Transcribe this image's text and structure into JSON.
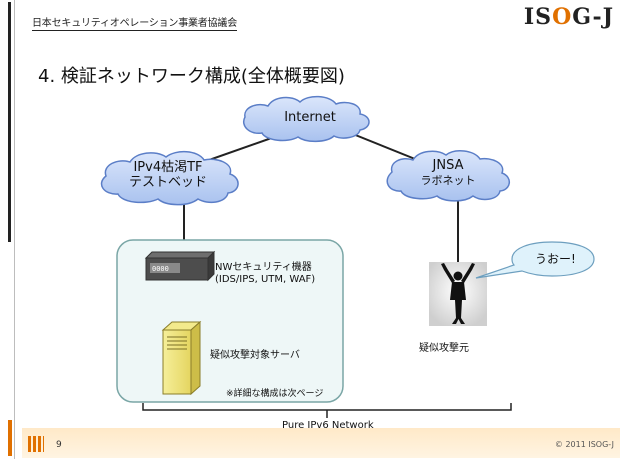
{
  "header": {
    "org": "日本セキュリティオペレーション事業者協議会",
    "logo_prefix": "IS",
    "logo_o": "O",
    "logo_suffix": "G-J"
  },
  "title": "4. 検証ネットワーク構成(全体概要図)",
  "nodes": {
    "internet": "Internet",
    "ipv4_line1": "IPv4枯渇TF",
    "ipv4_line2": "テストベッド",
    "jnsa_line1": "JNSA",
    "jnsa_line2": "ラボネット",
    "nw_device_line1": "NWセキュリティ機器",
    "nw_device_line2": "(IDS/IPS, UTM, WAF)",
    "server_label": "疑似攻撃対象サーバ",
    "attacker_label": "疑似攻撃元",
    "speech": "うおー!",
    "note": "※詳細な構成は次ページ",
    "network_label": "Pure IPv6 Network",
    "device_panel_text": "0000"
  },
  "footer": {
    "page": "9",
    "copyright": "© 2011 ISOG-J"
  },
  "colors": {
    "cloud_fill": "#b8cef2",
    "cloud_stroke": "#5b7ec7",
    "box_fill": "#eef7f7",
    "box_stroke": "#7aa6a6",
    "accent": "#e07000"
  }
}
